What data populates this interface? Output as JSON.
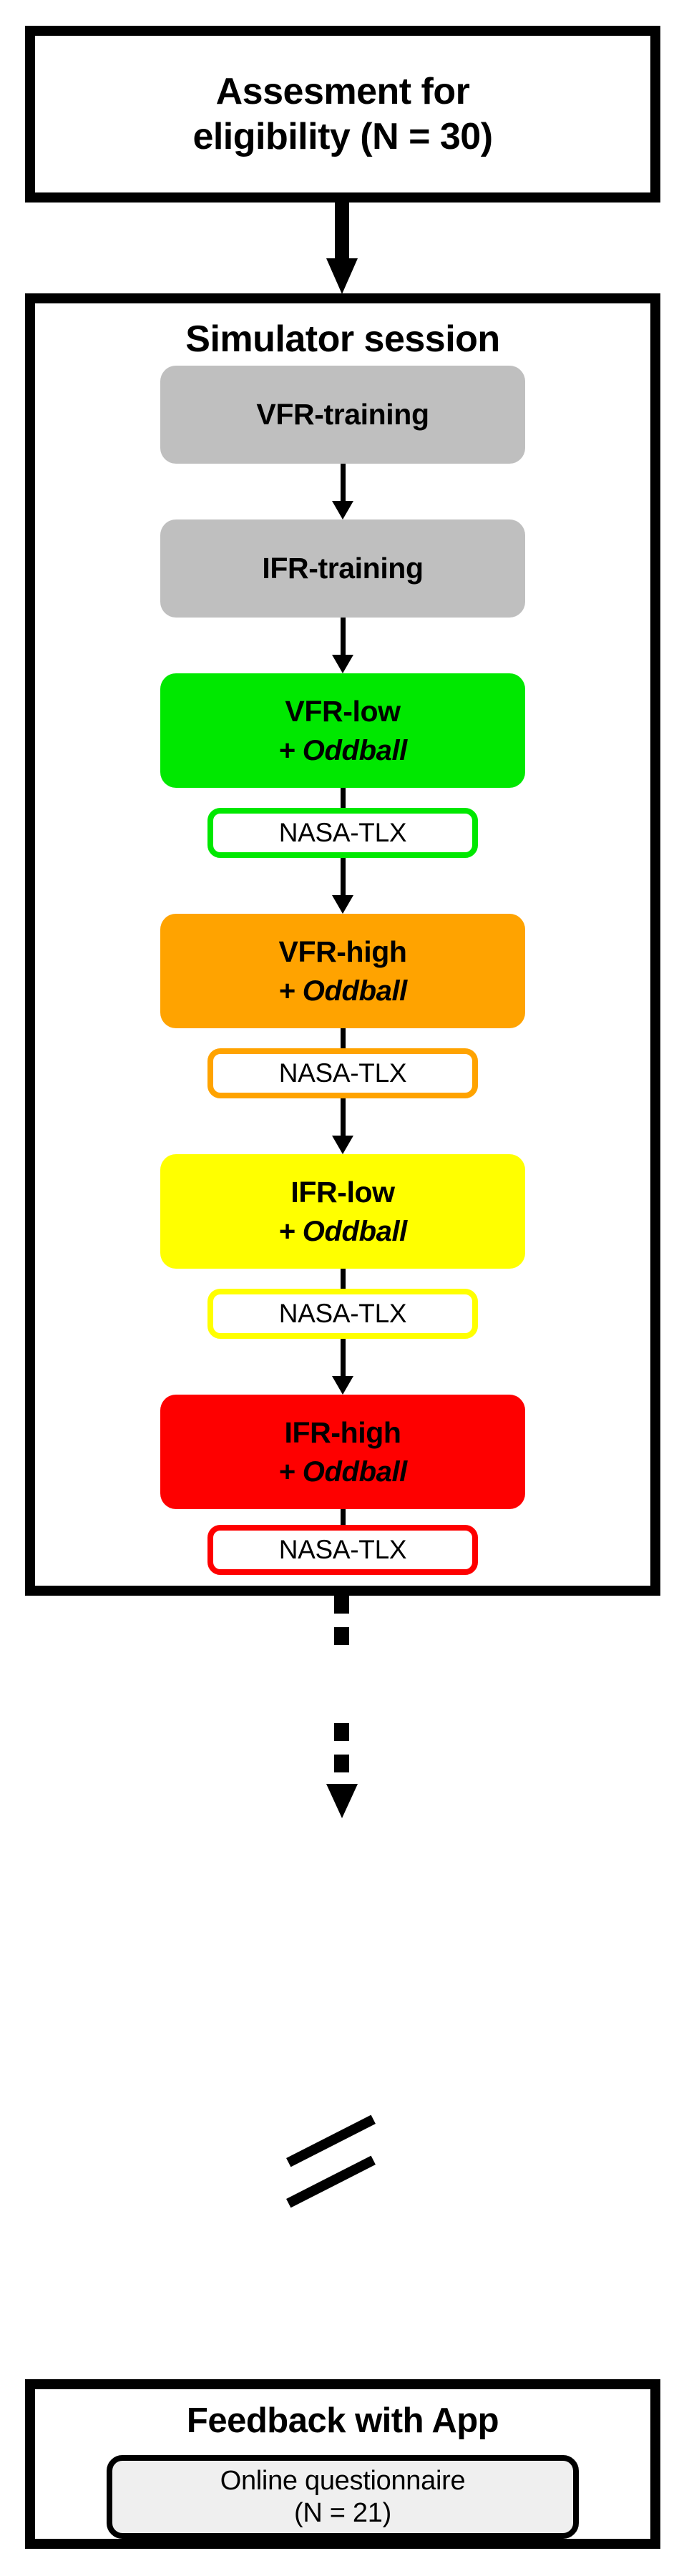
{
  "figure": {
    "kind": "study-flow-diagram",
    "background_color": "#ffffff"
  },
  "assessment": {
    "title": "Assesment for\neligibility (N = 30)",
    "line1": "Assesment for",
    "line2": "eligibility (N = 30)",
    "n_value": "30"
  },
  "simulator": {
    "title": "Simulator session",
    "steps": [
      {
        "id": "vfr-training",
        "label": "VFR-training",
        "sublabel": "",
        "fill": "#bfbfbf",
        "kind": "training"
      },
      {
        "id": "ifr-training",
        "label": "IFR-training",
        "sublabel": "",
        "fill": "#bfbfbf",
        "kind": "training"
      },
      {
        "id": "vfr-low",
        "label": "VFR-low",
        "sublabel": "+ Oddball",
        "fill": "#00e800",
        "kind": "condition",
        "tlx": {
          "label": "NASA-TLX",
          "border": "#00e800"
        }
      },
      {
        "id": "vfr-high",
        "label": "VFR-high",
        "sublabel": "+ Oddball",
        "fill": "#ffa300",
        "kind": "condition",
        "tlx": {
          "label": "NASA-TLX",
          "border": "#ffa300"
        }
      },
      {
        "id": "ifr-low",
        "label": "IFR-low",
        "sublabel": "+ Oddball",
        "fill": "#ffff00",
        "kind": "condition",
        "tlx": {
          "label": "NASA-TLX",
          "border": "#ffff00"
        }
      },
      {
        "id": "ifr-high",
        "label": "IFR-high",
        "sublabel": "+ Oddball",
        "fill": "#fe0000",
        "kind": "condition",
        "tlx": {
          "label": "NASA-TLX",
          "border": "#fe0000"
        }
      }
    ]
  },
  "feedback": {
    "title": "Feedback with App",
    "questionnaire_line1": "Online questionnaire",
    "questionnaire_line2": "(N = 21)",
    "n_value": "21",
    "questionnaire_fill": "#efefef"
  },
  "connectors": {
    "assessment_to_simulator": "solid-down-arrow",
    "simulator_to_feedback": "dashed-down-arrow-with-break",
    "break_symbol": "double-slash"
  }
}
